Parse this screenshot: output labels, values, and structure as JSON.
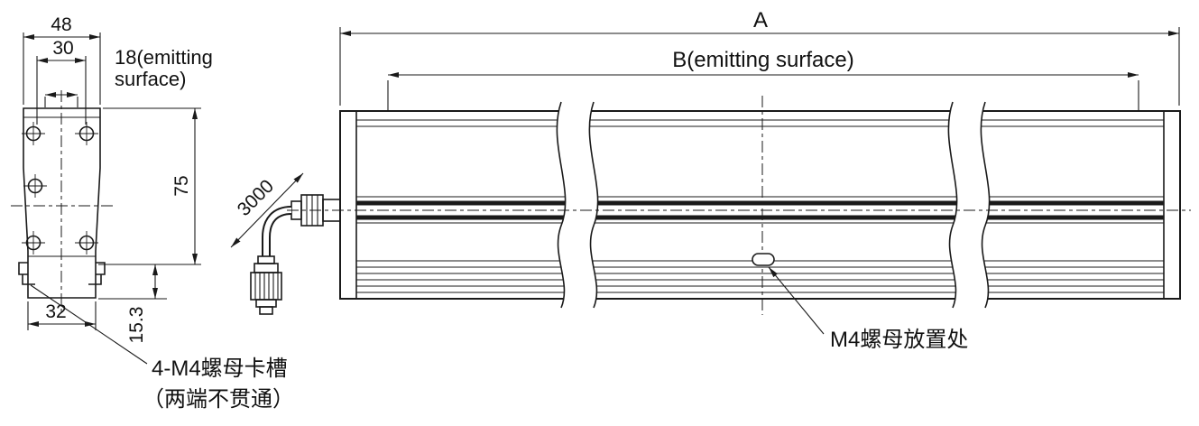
{
  "drawing": {
    "end_view": {
      "dim_width_top": "48",
      "dim_width_inner": "30",
      "dim_emitting_line1": "18(emitting",
      "dim_emitting_line2": "surface)",
      "dim_height": "75",
      "dim_width_bottom": "32",
      "dim_slot_offset": "15.3",
      "label_nut_slot": "4-M4螺母卡槽",
      "label_nut_slot_note": "（两端不贯通）"
    },
    "cable": {
      "dim_length": "3000"
    },
    "side_view": {
      "dim_overall": "A",
      "dim_emitting": "B(emitting surface)",
      "label_nut_place": "M4螺母放置处"
    },
    "colors": {
      "line": "#1a1a1a",
      "background": "#ffffff"
    }
  }
}
